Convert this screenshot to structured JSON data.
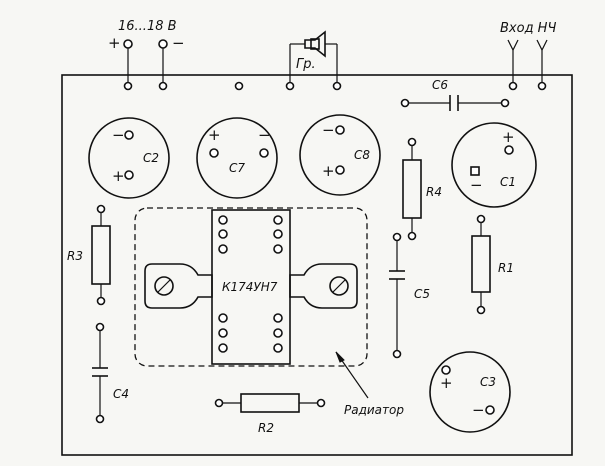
{
  "power": {
    "label": "16...18 В",
    "plus": "+",
    "minus": "−"
  },
  "speaker": {
    "label": "Гр."
  },
  "input": {
    "label": "Вход НЧ"
  },
  "chip": {
    "label": "К174УН7"
  },
  "heatsink": {
    "label": "Радиатор"
  },
  "components": {
    "c1": {
      "label": "C1",
      "plus": "+",
      "minus": "−"
    },
    "c2": {
      "label": "C2",
      "plus": "+",
      "minus": "−"
    },
    "c3": {
      "label": "C3",
      "plus": "+",
      "minus": "−"
    },
    "c4": {
      "label": "C4"
    },
    "c5": {
      "label": "C5"
    },
    "c6": {
      "label": "C6"
    },
    "c7": {
      "label": "C7",
      "plus": "+",
      "minus": "−"
    },
    "c8": {
      "label": "C8",
      "plus": "+",
      "minus": "−"
    },
    "r1": {
      "label": "R1"
    },
    "r2": {
      "label": "R2"
    },
    "r3": {
      "label": "R3"
    },
    "r4": {
      "label": "R4"
    }
  }
}
